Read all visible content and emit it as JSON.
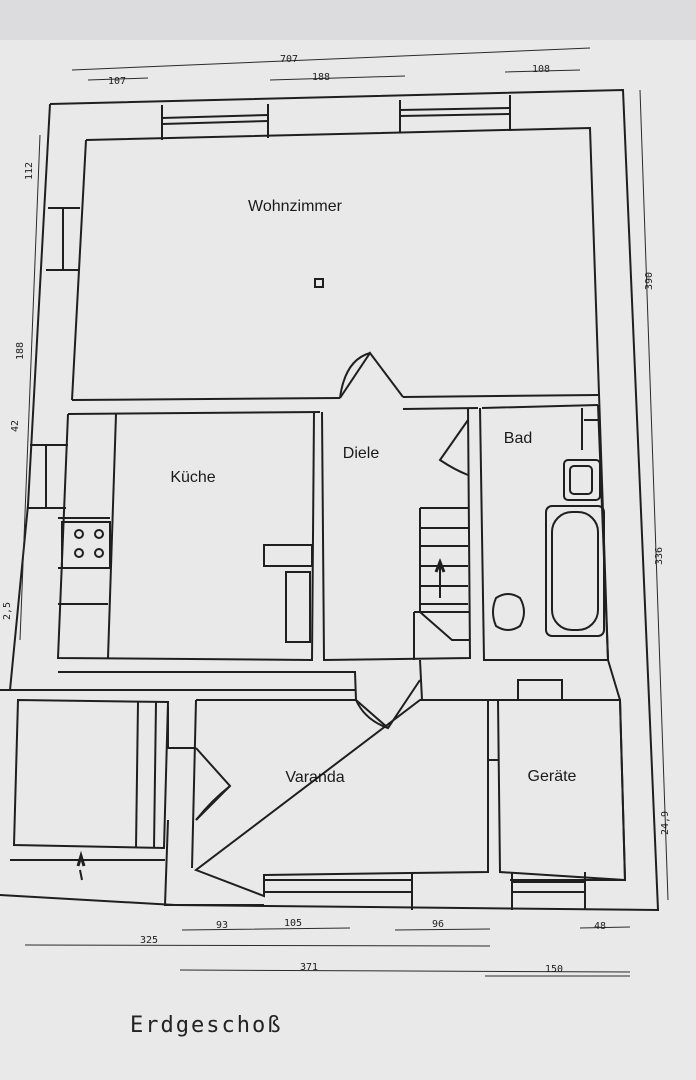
{
  "rooms": {
    "wohnzimmer": "Wohnzimmer",
    "kueche": "Küche",
    "diele": "Diele",
    "bad": "Bad",
    "varanda": "Varanda",
    "geraete": "Geräte"
  },
  "dimensions": {
    "top_total": "707",
    "top_left": "107",
    "top_middle": "188",
    "top_right": "108",
    "left_top": "112",
    "left_middle": "188",
    "left_small": "42",
    "left_bottom": "2,5",
    "right_top": "390",
    "right_middle": "336",
    "right_bottom": "24,9",
    "bottom_a": "325",
    "bottom_b": "93",
    "bottom_c": "105",
    "bottom_d": "96",
    "bottom_e": "48",
    "bottom_f": "371",
    "bottom_g": "150"
  },
  "title": "Erdgeschoß"
}
